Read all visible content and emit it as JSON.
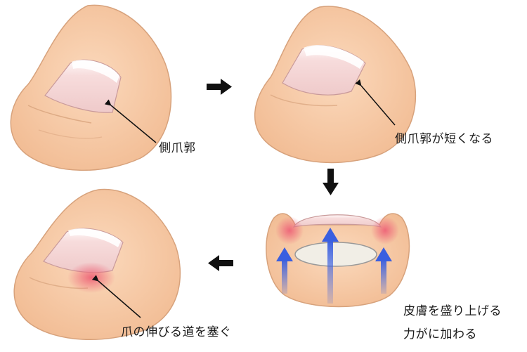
{
  "labels": {
    "lateral_nail_fold": "側爪郭",
    "fold_shortened": "側爪郭が短くなる",
    "skin_bulge_line1": "皮膚を盛り上げる",
    "skin_bulge_line2": "力がに加わる",
    "blocks_growth": "爪の伸びる道を塞ぐ"
  },
  "colors": {
    "skin": "#f6c9a3",
    "skin_outline": "#d7a27c",
    "nail": "#f7dcdc",
    "nail_tip": "#ffffff",
    "inflammation": "#f0808e",
    "force_arrow": "#3a5fe0",
    "step_arrow": "#111111"
  }
}
